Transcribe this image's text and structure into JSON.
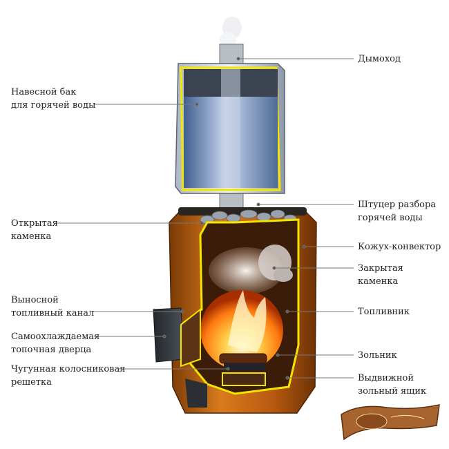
{
  "labels": {
    "chimney": [
      "Дымоход"
    ],
    "water_tank": [
      "Навесной бак",
      "для горячей воды"
    ],
    "hot_water_tap": [
      "Штуцер разбора",
      "горячей воды"
    ],
    "open_stones": [
      "Открытая",
      "каменка"
    ],
    "convector_casing": [
      "Кожух-конвектор"
    ],
    "closed_stones": [
      "Закрытая",
      "каменка"
    ],
    "fuel_channel": [
      "Выносной",
      "топливный канал"
    ],
    "firebox": [
      "Топливник"
    ],
    "fire_door": [
      "Самоохлаждаемая",
      "топочная дверца"
    ],
    "ash_pit": [
      "Зольник"
    ],
    "grate": [
      "Чугунная колосниковая",
      "решетка"
    ],
    "ash_drawer": [
      "Выдвижной",
      "зольный ящик"
    ]
  },
  "colors": {
    "casing": "#c86a14",
    "fire": "#ff9a1e",
    "tank": "#c9d4e2",
    "water": "#7d9ecb",
    "cut_edge": "#f2e600",
    "stones": "#9aa3ad",
    "door": "#3a3f45"
  }
}
